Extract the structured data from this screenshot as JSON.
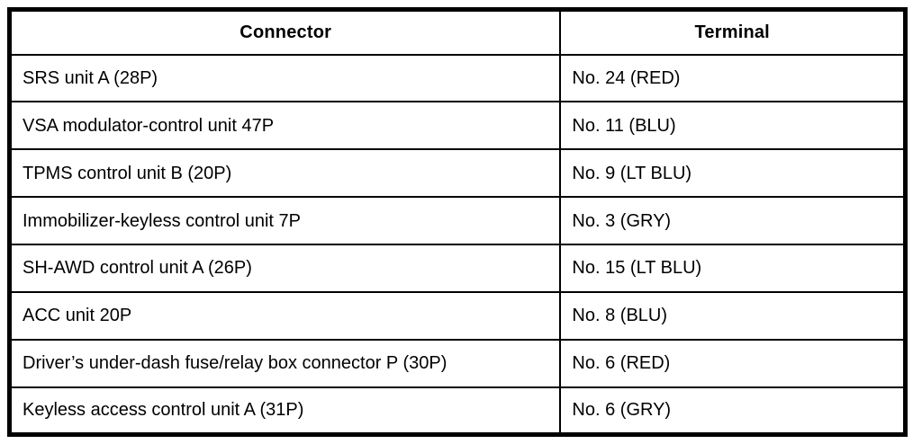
{
  "table": {
    "headers": {
      "connector": "Connector",
      "terminal": "Terminal"
    },
    "rows": [
      {
        "connector": "SRS unit A (28P)",
        "terminal": "No. 24 (RED)"
      },
      {
        "connector": "VSA modulator-control unit 47P",
        "terminal": "No. 11 (BLU)"
      },
      {
        "connector": "TPMS control unit B (20P)",
        "terminal": "No. 9 (LT BLU)"
      },
      {
        "connector": "Immobilizer-keyless control unit 7P",
        "terminal": "No. 3 (GRY)"
      },
      {
        "connector": "SH-AWD control unit A (26P)",
        "terminal": "No. 15 (LT BLU)"
      },
      {
        "connector": "ACC unit 20P",
        "terminal": "No. 8 (BLU)"
      },
      {
        "connector": "Driver’s under-dash fuse/relay box connector P (30P)",
        "terminal": "No. 6 (RED)"
      },
      {
        "connector": "Keyless access control unit A (31P)",
        "terminal": "No. 6 (GRY)"
      }
    ],
    "colors": {
      "border": "#000000",
      "text": "#000000",
      "background": "#ffffff"
    }
  }
}
